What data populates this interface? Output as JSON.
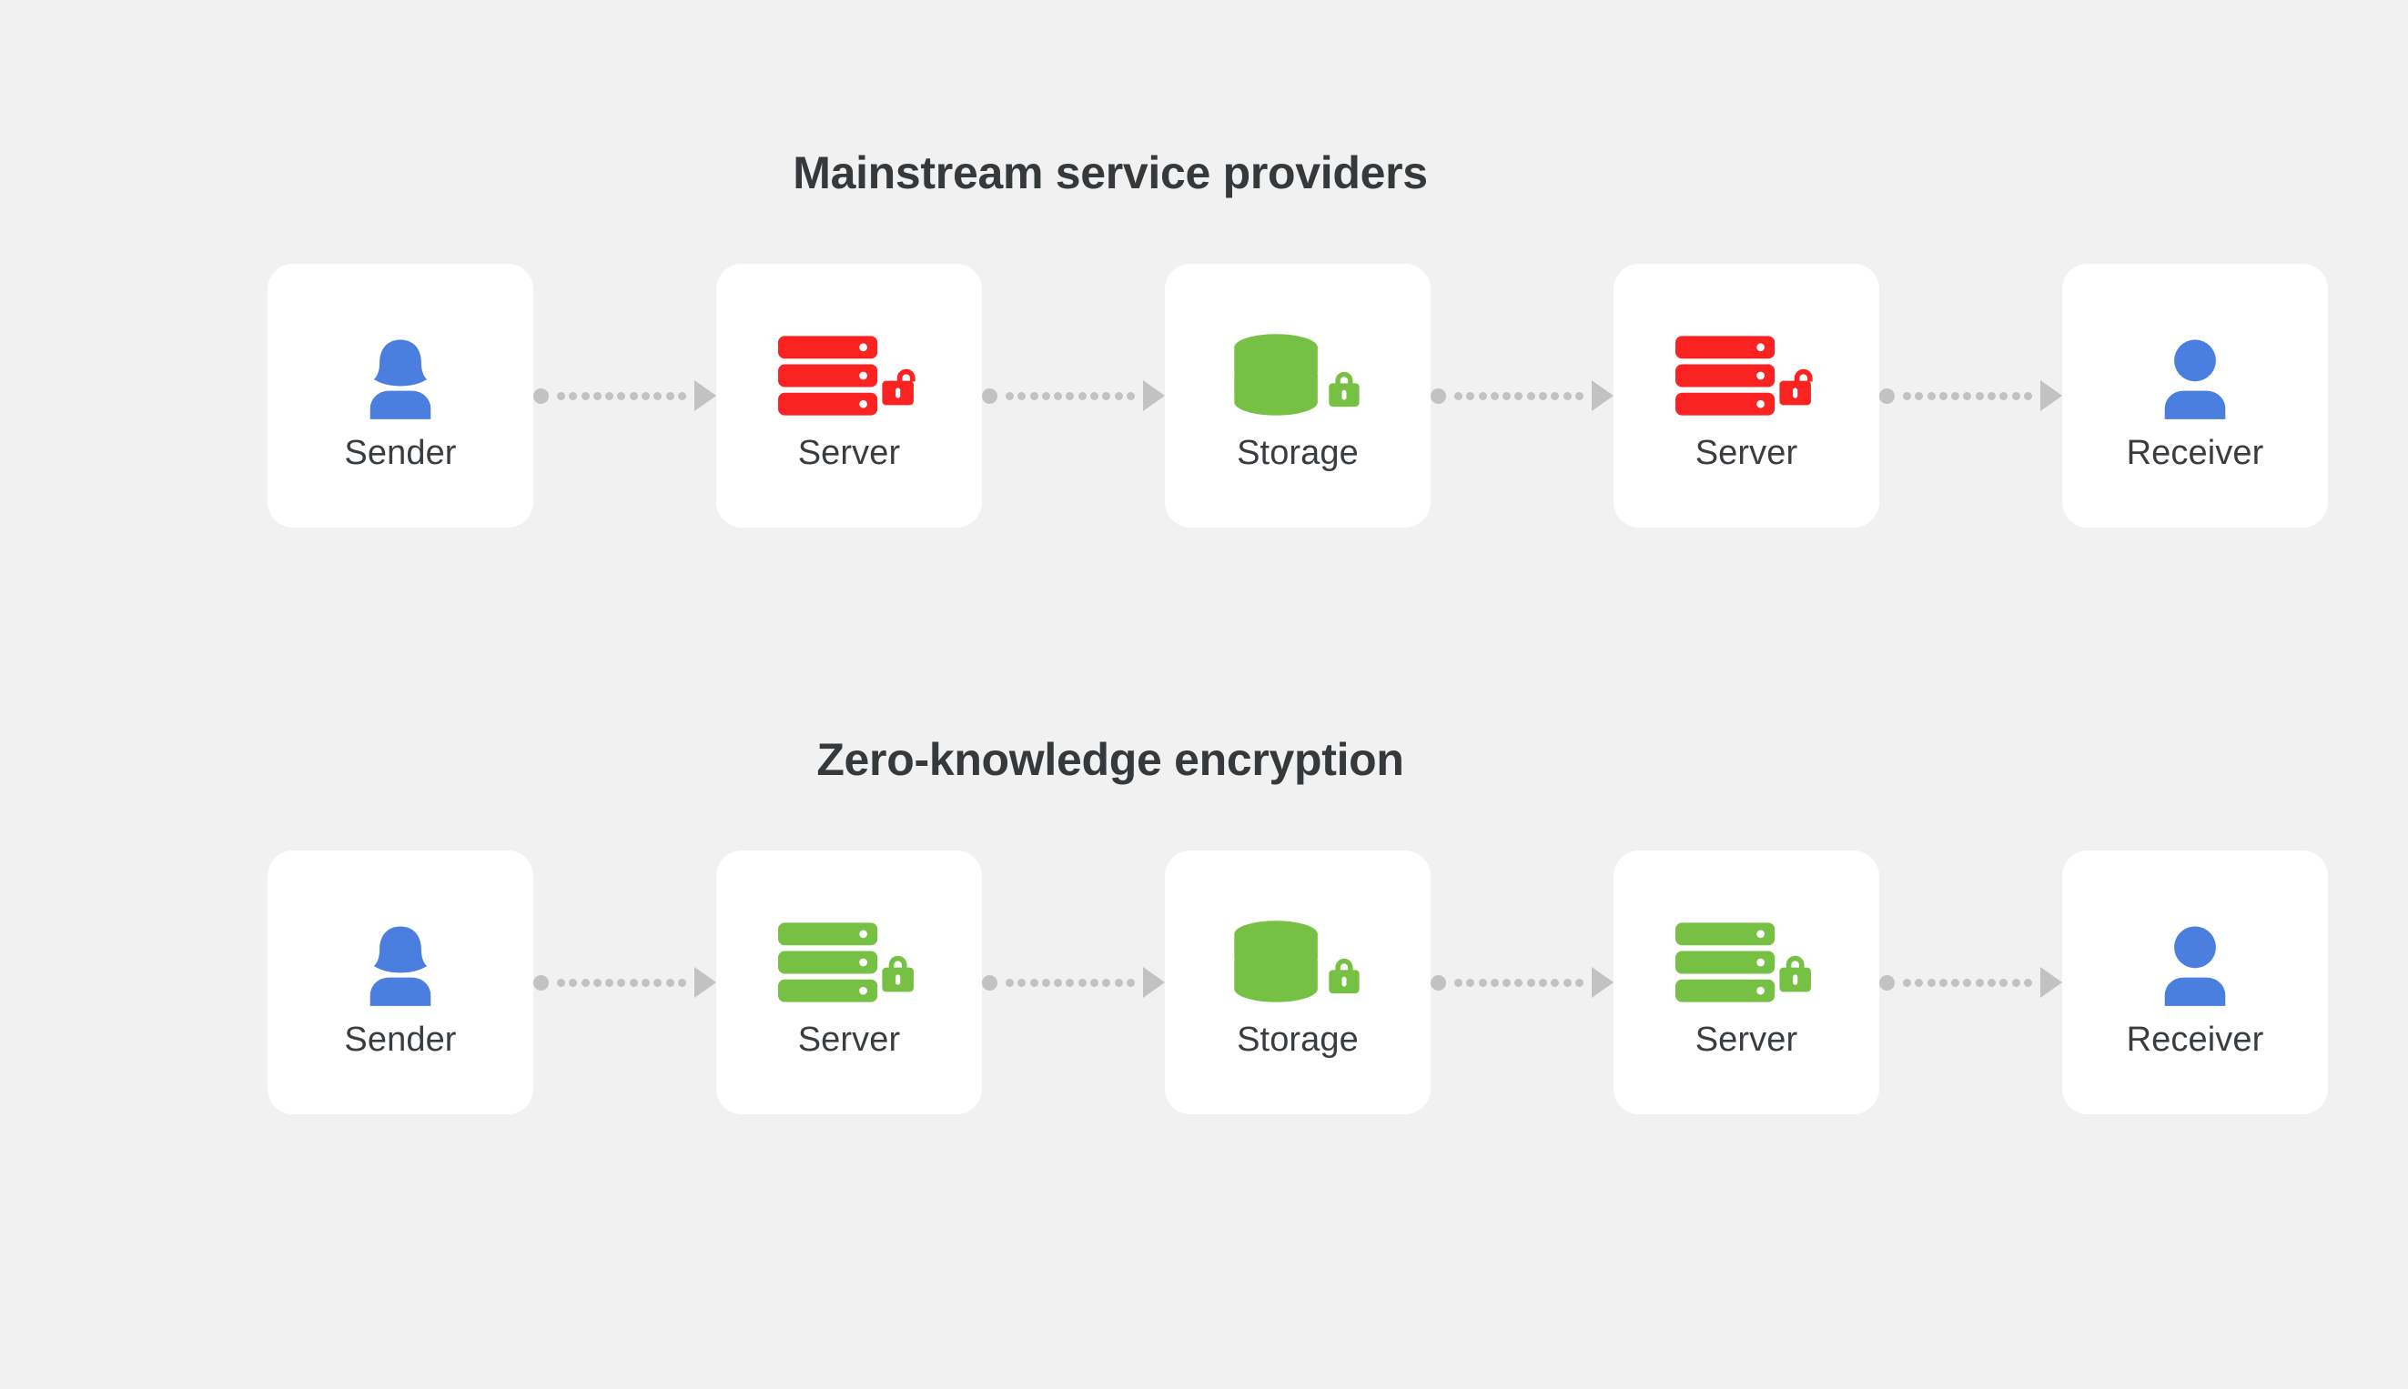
{
  "background_color": "#F1F1F1",
  "card_color": "#FFFFFF",
  "colors": {
    "blue": "#4A7FE0",
    "red": "#FB2222",
    "green": "#76C043",
    "connector_gray": "#C2C2C2",
    "title_text": "#36393B",
    "label_text": "#3A3D40"
  },
  "sections": [
    {
      "title": "Mainstream service providers",
      "nodes": [
        {
          "label": "Sender",
          "icon": "person-female-icon",
          "color": "#4A7FE0",
          "lock": "none"
        },
        {
          "label": "Server",
          "icon": "server-icon",
          "color": "#FB2222",
          "lock": "unlocked"
        },
        {
          "label": "Storage",
          "icon": "database-icon",
          "color": "#76C043",
          "lock": "locked"
        },
        {
          "label": "Server",
          "icon": "server-icon",
          "color": "#FB2222",
          "lock": "unlocked"
        },
        {
          "label": "Receiver",
          "icon": "person-icon",
          "color": "#4A7FE0",
          "lock": "none"
        }
      ]
    },
    {
      "title": "Zero-knowledge encryption",
      "nodes": [
        {
          "label": "Sender",
          "icon": "person-female-icon",
          "color": "#4A7FE0",
          "lock": "none"
        },
        {
          "label": "Server",
          "icon": "server-icon",
          "color": "#76C043",
          "lock": "locked"
        },
        {
          "label": "Storage",
          "icon": "database-icon",
          "color": "#76C043",
          "lock": "locked"
        },
        {
          "label": "Server",
          "icon": "server-icon",
          "color": "#76C043",
          "lock": "locked"
        },
        {
          "label": "Receiver",
          "icon": "person-icon",
          "color": "#4A7FE0",
          "lock": "none"
        }
      ]
    }
  ],
  "connector": {
    "icon": "dotted-arrow-icon",
    "dot_count": 11,
    "direction": "right"
  }
}
